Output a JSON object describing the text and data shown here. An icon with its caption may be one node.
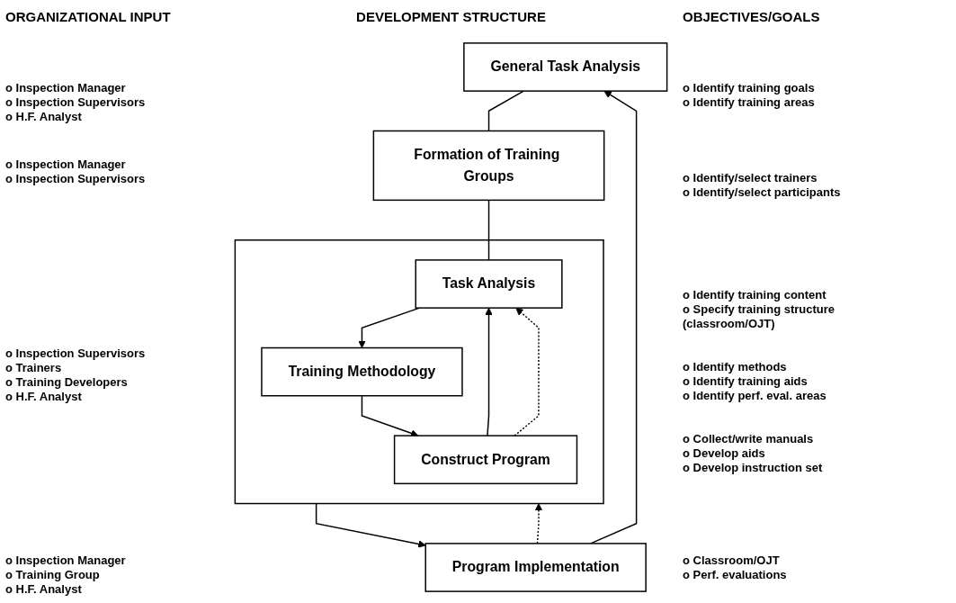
{
  "diagram": {
    "nodes": [
      {
        "text": [
          "General Task Analysis"
        ]
      },
      {
        "text": [
          "Formation of Training Groups"
        ]
      },
      {
        "text": [],
        "shape": "box"
      },
      {
        "text": [
          "Task Analysis"
        ],
        "in": 2
      },
      {
        "text": [
          "Training Methodology"
        ],
        "in": 2
      },
      {
        "text": [
          "Construct Program"
        ],
        "in": 2
      },
      {
        "text": [
          "Program Implementation"
        ]
      }
    ],
    "edges": [
      {
        "from": 0,
        "to": 1,
        "arrow": "none"
      },
      {
        "from": 1,
        "to": 3,
        "arrow": "none"
      },
      {
        "from": 3,
        "to": 4,
        "arrow": "to"
      },
      {
        "from": 4,
        "to": 5,
        "arrow": "to"
      },
      {
        "from": 5,
        "to": 3,
        "arrow": "to"
      },
      {
        "from": 5,
        "to": 3,
        "arrow": "to",
        "style": "dashed"
      },
      {
        "from": 2,
        "to": 6,
        "arrow": "to"
      },
      {
        "from": 6,
        "to": 0,
        "arrow": "to"
      },
      {
        "from": 6,
        "to": 2,
        "arrow": "to",
        "style": "dashed"
      }
    ],
    "labels": [
      "ORGANIZATIONAL INPUT",
      "DEVELOPMENT STRUCTURE",
      "OBJECTIVES/GOALS",
      "o Inspection Manager",
      "o Inspection Supervisors",
      "o H.F. Analyst",
      "o Inspection Manager",
      "o Inspection Supervisors",
      "o Inspection Supervisors",
      "o Trainers",
      "o Training Developers",
      "o H.F. Analyst",
      "o Inspection Manager",
      "o Training Group",
      "o H.F. Analyst",
      "o Identify training goals",
      "o Identify training areas",
      "o Identify/select trainers",
      "o Identify/select participants",
      "o Identify training content",
      "o Specify training structure (classroom/OJT)",
      "o Identify methods",
      "o Identify training aids",
      "o Identify perf. eval. areas",
      "o Collect/write manuals",
      "o Develop aids",
      "o Develop instruction set",
      "o Classroom/OJT",
      "o Perf. evaluations"
    ]
  }
}
